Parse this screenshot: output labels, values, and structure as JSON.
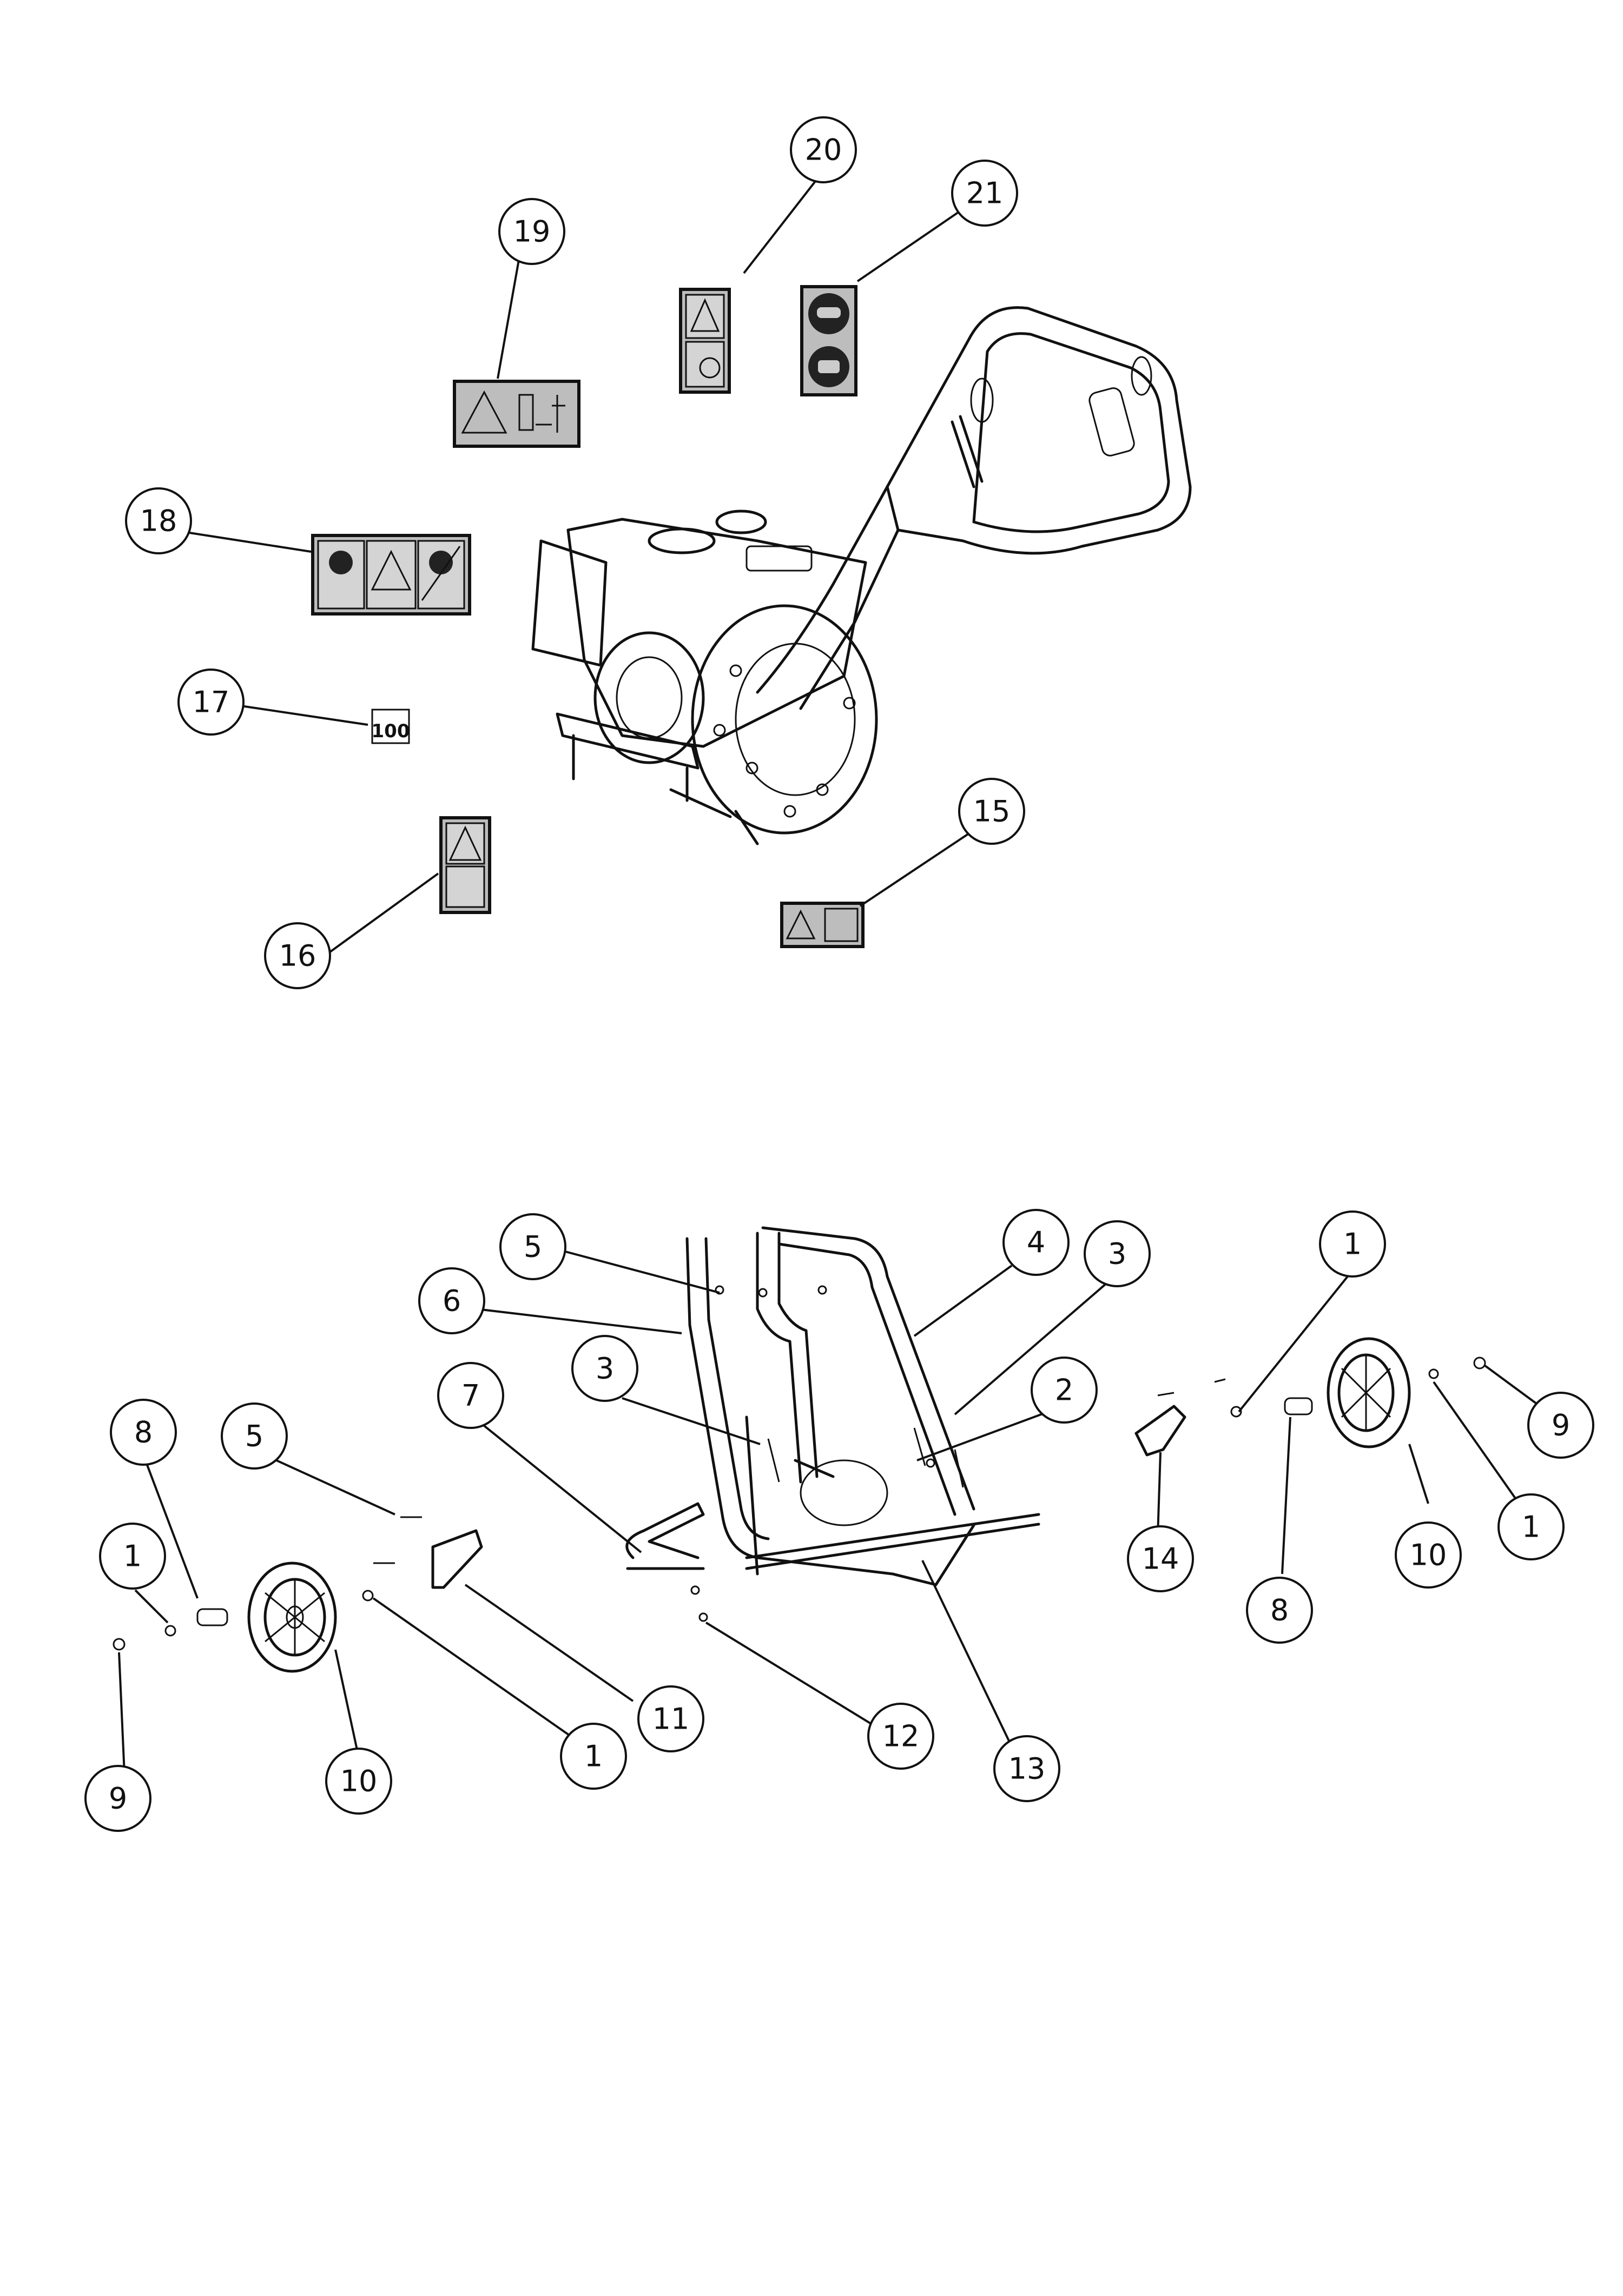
{
  "callouts": [
    {
      "id": "c20",
      "label": "20"
    },
    {
      "id": "c21",
      "label": "21"
    },
    {
      "id": "c19",
      "label": "19"
    },
    {
      "id": "c18",
      "label": "18"
    },
    {
      "id": "c17",
      "label": "17"
    },
    {
      "id": "c15",
      "label": "15"
    },
    {
      "id": "c16",
      "label": "16"
    },
    {
      "id": "c5a",
      "label": "5"
    },
    {
      "id": "c6",
      "label": "6"
    },
    {
      "id": "c4",
      "label": "4"
    },
    {
      "id": "c3a",
      "label": "3"
    },
    {
      "id": "c3b",
      "label": "3"
    },
    {
      "id": "c2",
      "label": "2"
    },
    {
      "id": "c1a",
      "label": "1"
    },
    {
      "id": "c7",
      "label": "7"
    },
    {
      "id": "c8a",
      "label": "8"
    },
    {
      "id": "c5b",
      "label": "5"
    },
    {
      "id": "c1b",
      "label": "1"
    },
    {
      "id": "c9a",
      "label": "9"
    },
    {
      "id": "c10a",
      "label": "10"
    },
    {
      "id": "c1c",
      "label": "1"
    },
    {
      "id": "c11",
      "label": "11"
    },
    {
      "id": "c12",
      "label": "12"
    },
    {
      "id": "c13",
      "label": "13"
    },
    {
      "id": "c14",
      "label": "14"
    },
    {
      "id": "c8b",
      "label": "8"
    },
    {
      "id": "c10b",
      "label": "10"
    },
    {
      "id": "c1d",
      "label": "1"
    },
    {
      "id": "c9b",
      "label": "9"
    }
  ],
  "decal_17_text": "100",
  "icons": [
    "warning-triangle-icon",
    "operator-icon",
    "safety-distance-icon",
    "eye-protection-icon",
    "glove-icon",
    "rotating-blade-icon",
    "no-hands-icon"
  ]
}
